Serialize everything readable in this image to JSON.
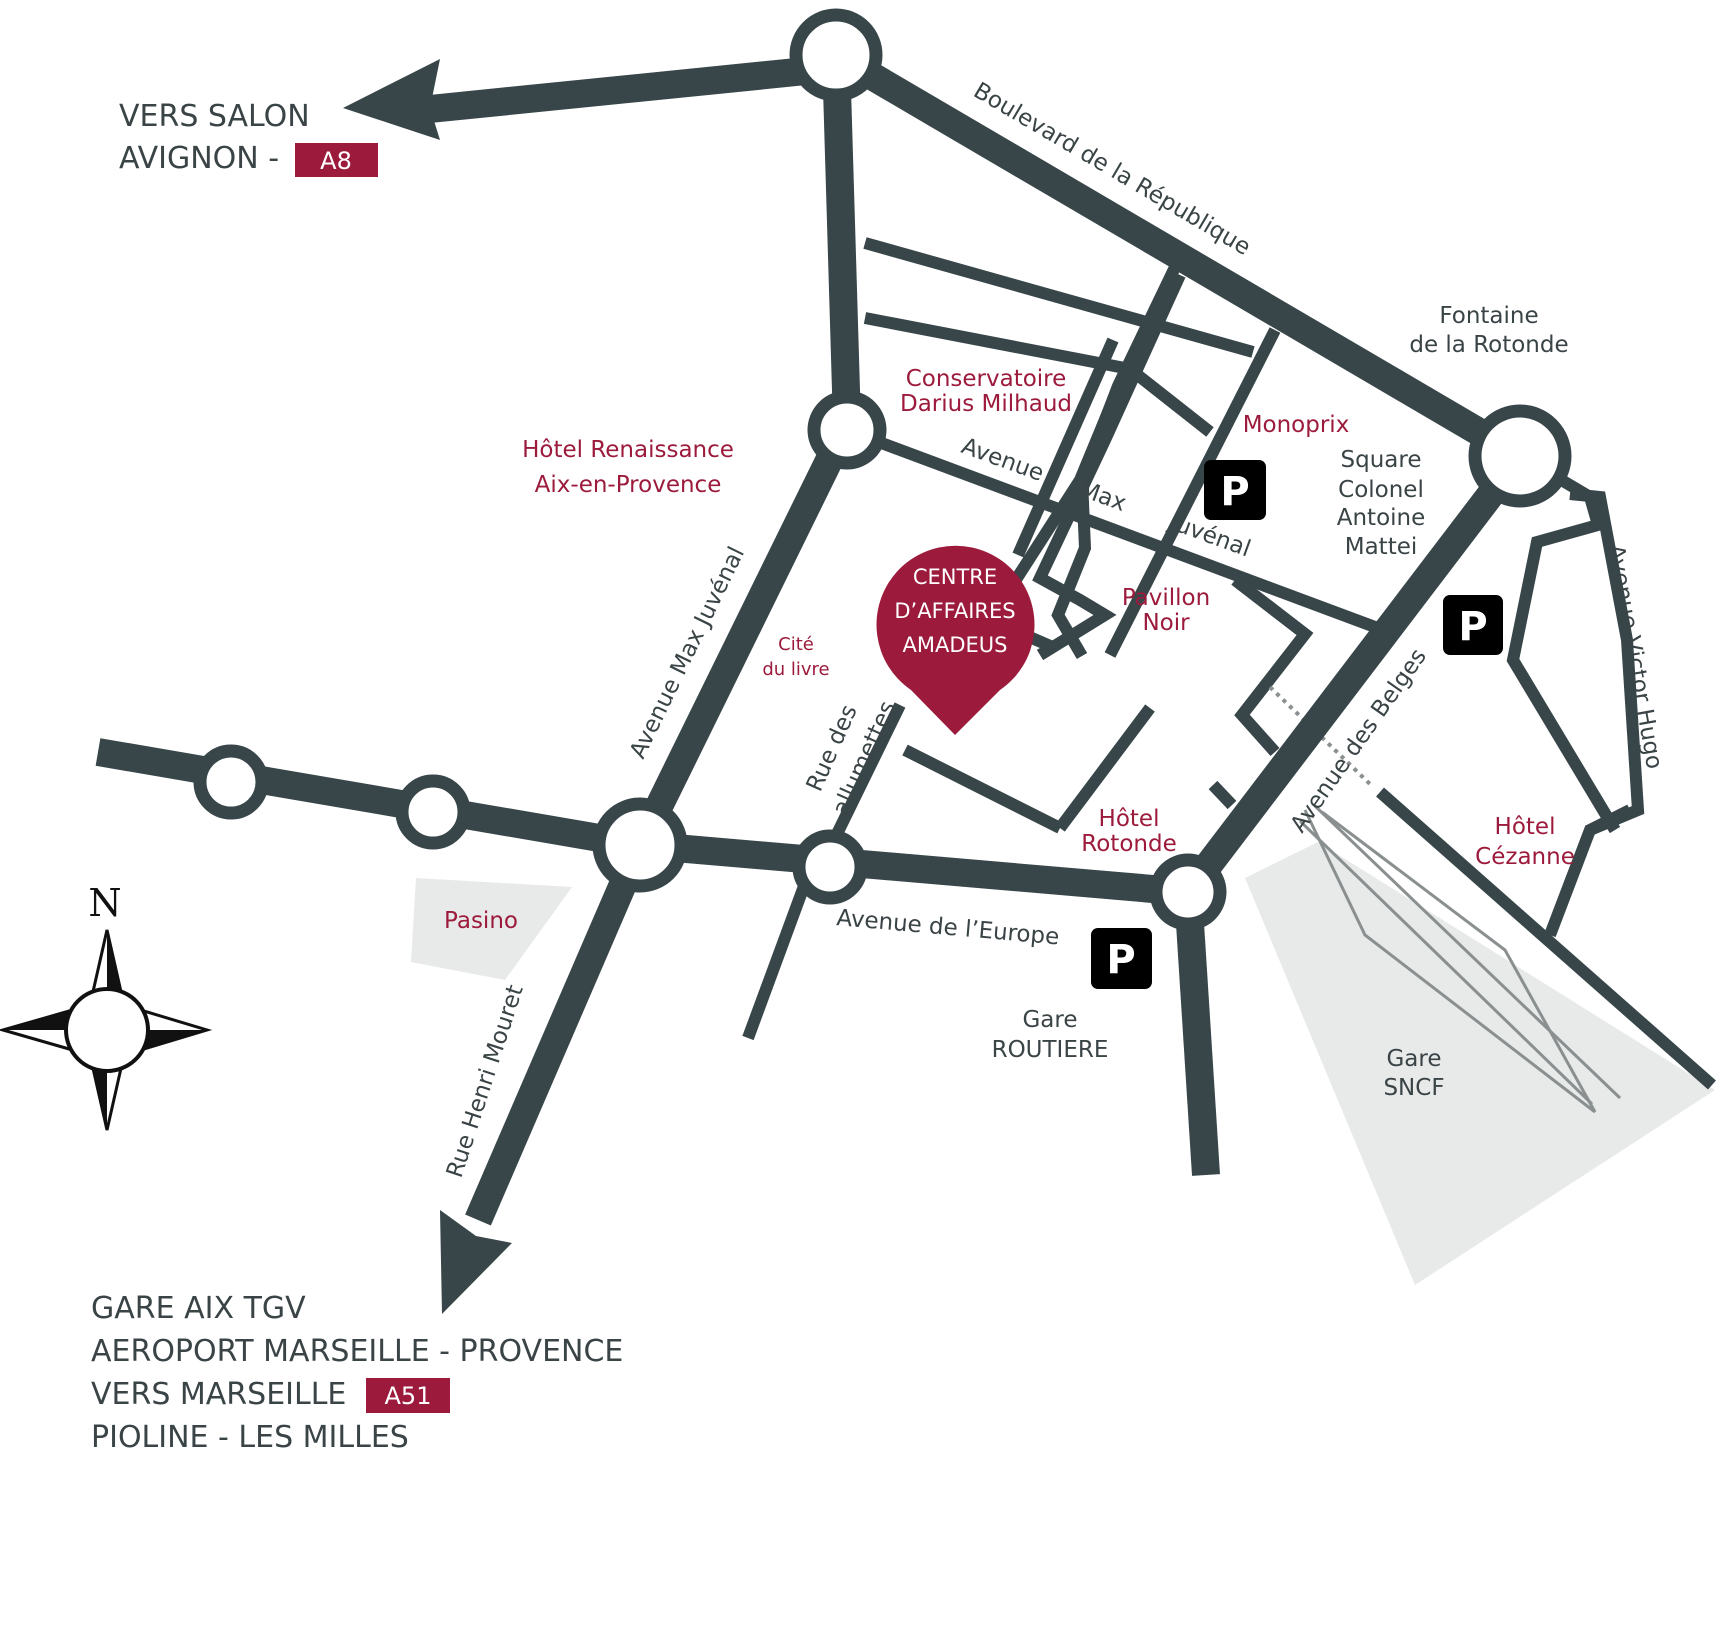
{
  "colors": {
    "road": "#38464a",
    "accent": "#9c1b3c",
    "area": "#e8e9e9",
    "rail": "#8a8f90",
    "text": "#3a4446"
  },
  "directions": {
    "north_west": {
      "line1": "VERS SALON",
      "line2": "AVIGNON -",
      "badge": "A8"
    },
    "south": {
      "line1": "GARE AIX TGV",
      "line2": "AEROPORT MARSEILLE - PROVENCE",
      "line3": "VERS MARSEILLE",
      "badge": "A51",
      "line4": "PIOLINE - LES MILLES"
    }
  },
  "streets": {
    "boulevard_republique": "Boulevard de la République",
    "avenue_max_juvenal_west": "Avenue Max Juvénal",
    "avenue_word": "Avenue",
    "max_word": "Max",
    "juvenal_word": "Juvénal",
    "rue_allumettes_1": "Rue des",
    "rue_allumettes_2": "allumettes",
    "avenue_europe": "Avenue de l’Europe",
    "avenue_belges": "Avenue des Belges",
    "avenue_victor_hugo": "Avenue Victor Hugo",
    "rue_henri_mouret": "Rue Henri Mouret"
  },
  "places": {
    "fontaine_1": "Fontaine",
    "fontaine_2": "de la Rotonde",
    "conservatoire_1": "Conservatoire",
    "conservatoire_2": "Darius  Milhaud",
    "monoprix": "Monoprix",
    "square_1": "Square",
    "square_2": "Colonel",
    "square_3": "Antoine",
    "square_4": "Mattei",
    "hotel_renaissance_1": "Hôtel Renaissance",
    "hotel_renaissance_2": "Aix-en-Provence",
    "cite_1": "Cité",
    "cite_2": "du livre",
    "pavillon_1": "Pavillon",
    "pavillon_2": "Noir",
    "hotel_rotonde_1": "Hôtel",
    "hotel_rotonde_2": "Rotonde",
    "hotel_cezanne_1": "Hôtel",
    "hotel_cezanne_2": "Cézanne",
    "pasino": "Pasino",
    "gare_routiere_1": "Gare",
    "gare_routiere_2": "ROUTIERE",
    "gare_sncf_1": "Gare",
    "gare_sncf_2": "SNCF"
  },
  "destination": {
    "line1": "CENTRE",
    "line2": "D’AFFAIRES",
    "line3": "AMADEUS"
  },
  "parking_letter": "P",
  "compass_letter": "N"
}
